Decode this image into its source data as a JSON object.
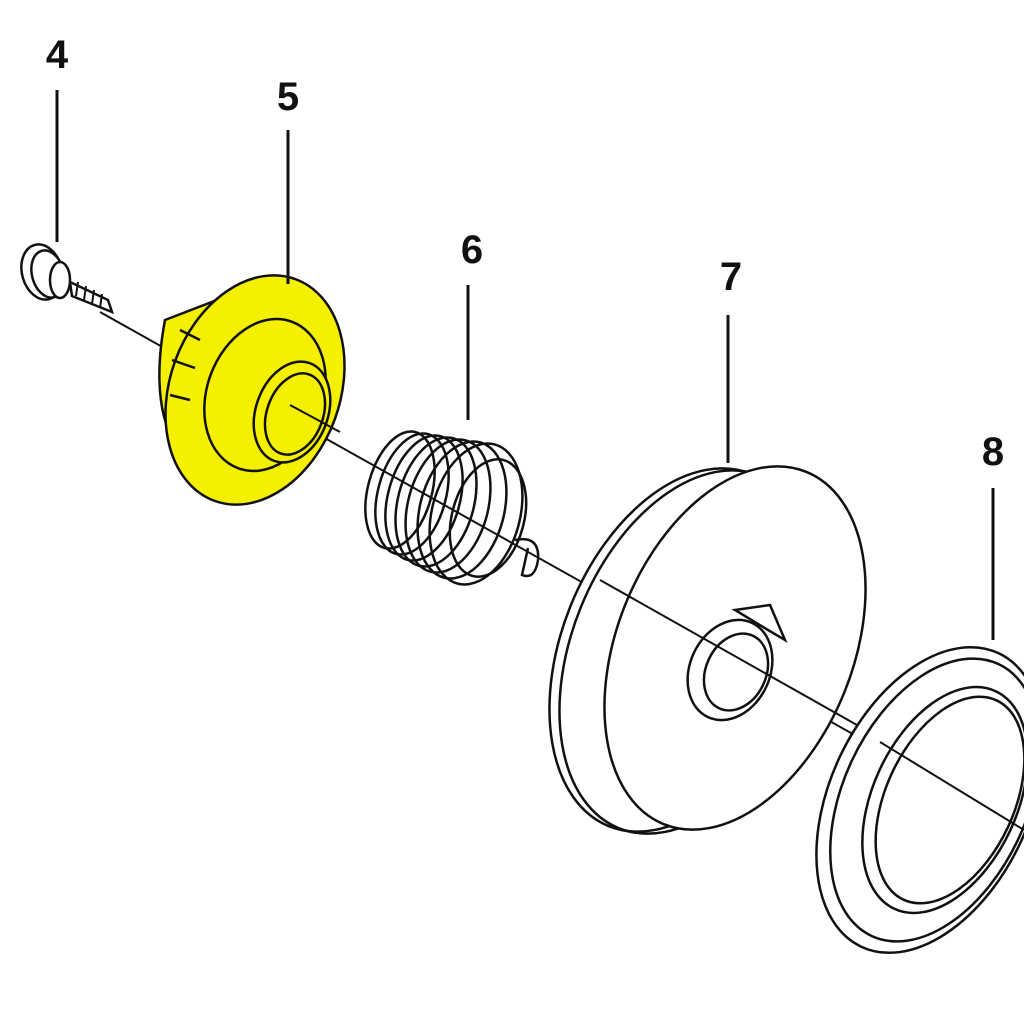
{
  "diagram": {
    "parts": [
      {
        "number": "4",
        "highlighted": false
      },
      {
        "number": "5",
        "highlighted": true
      },
      {
        "number": "6",
        "highlighted": false
      },
      {
        "number": "7",
        "highlighted": false
      },
      {
        "number": "8",
        "highlighted": false
      }
    ],
    "highlight_color": "#f5f000"
  }
}
